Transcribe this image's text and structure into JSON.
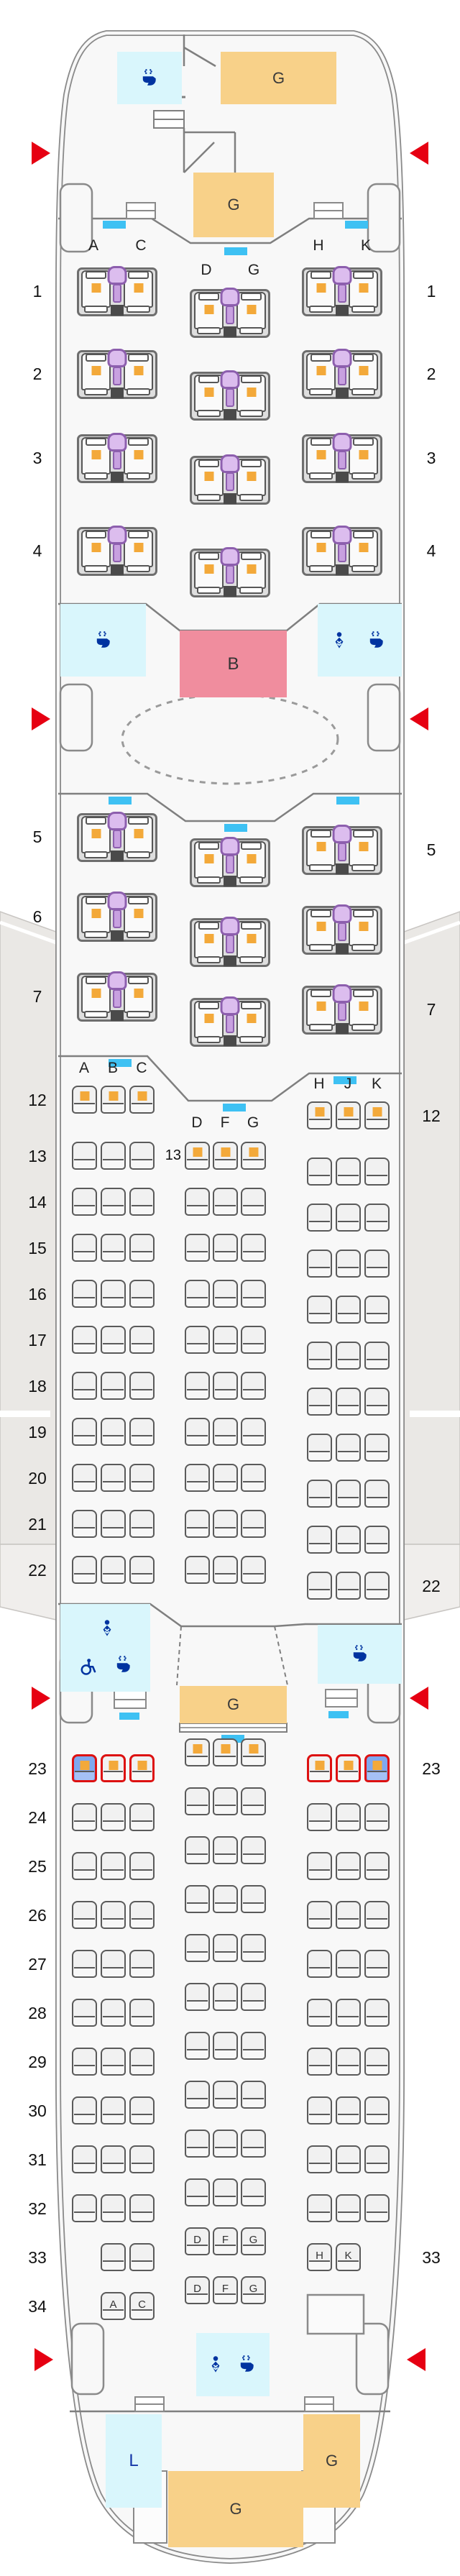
{
  "page": {
    "type": "aircraft-seat-map"
  },
  "colors": {
    "galley_bg": "#f8d189",
    "lavatory_bg": "#d9f6fc",
    "bar_bg": "#f08d9e",
    "icon_blue": "#0033a0",
    "monitor_cyan": "#3ec1f3",
    "exit_arrow_red": "#e60012",
    "seat_marker_orange": "#f3a93a",
    "exit_seat_border_red": "#dd1111",
    "bassinet_seat_blue": "#7fa8ef",
    "business_console_purple": "#8d5fae"
  },
  "business": {
    "blocks": {
      "left": [
        "A",
        "C"
      ],
      "center": [
        "D",
        "G"
      ],
      "right": [
        "H",
        "K"
      ]
    },
    "rows": [
      1,
      2,
      3,
      4,
      5,
      6,
      7
    ],
    "left_row_numbers": [
      1,
      2,
      3,
      4,
      5,
      6,
      7
    ],
    "right_row_numbers": [
      1,
      2,
      3,
      4,
      5,
      7
    ]
  },
  "economy_front": {
    "blocks": {
      "left": [
        "A",
        "B",
        "C"
      ],
      "center": [
        "D",
        "F",
        "G"
      ],
      "right": [
        "H",
        "J",
        "K"
      ]
    },
    "left_rows": [
      12,
      13,
      14,
      15,
      16,
      17,
      18,
      19,
      20,
      21,
      22
    ],
    "center_rows": [
      13,
      14,
      15,
      16,
      17,
      18,
      19,
      20,
      21,
      22
    ],
    "right_rows": [
      12,
      13,
      14,
      15,
      16,
      17,
      18,
      19,
      20,
      21,
      22
    ],
    "preferred_seats": [
      "12A",
      "12B",
      "12C",
      "12H",
      "12J",
      "12K",
      "13D",
      "13F",
      "13G"
    ],
    "center_row_inline_label": "13",
    "left_row_numbers": [
      12,
      13,
      14,
      15,
      16,
      17,
      18,
      19,
      20,
      21,
      22
    ],
    "right_row_numbers": [
      12,
      22
    ]
  },
  "economy_rear": {
    "blocks": {
      "left": [
        "A",
        "B",
        "C"
      ],
      "center": [
        "D",
        "F",
        "G"
      ],
      "right": [
        "H",
        "J",
        "K"
      ]
    },
    "left_full_rows": [
      23,
      24,
      25,
      26,
      27,
      28,
      29,
      30,
      31,
      32
    ],
    "left_special_rows": [
      {
        "row": 33,
        "cols": [
          1,
          2
        ]
      },
      {
        "row": 34,
        "cols": [
          1,
          2
        ],
        "letters": [
          "A",
          "C"
        ]
      }
    ],
    "center_rows": [
      23,
      24,
      25,
      26,
      27,
      28,
      29,
      30,
      31,
      32,
      33,
      34
    ],
    "right_full_rows": [
      23,
      24,
      25,
      26,
      27,
      28,
      29,
      30,
      31,
      32
    ],
    "right_special_rows": [
      {
        "row": 33,
        "cols": [
          0,
          1
        ],
        "letters": [
          "H",
          "K"
        ]
      }
    ],
    "preferred_seats": [
      "23A",
      "23B",
      "23C",
      "23D",
      "23F",
      "23G",
      "23H",
      "23J",
      "23K"
    ],
    "exit_row_seats": [
      "23A",
      "23B",
      "23C",
      "23H",
      "23J",
      "23K"
    ],
    "bassinet_seats": [
      "23A",
      "23K"
    ],
    "left_row_numbers": [
      23,
      24,
      25,
      26,
      27,
      28,
      29,
      30,
      31,
      32,
      33,
      34
    ],
    "right_row_numbers": [
      23,
      33
    ],
    "storage_box": true
  },
  "facilities": [
    {
      "type": "lavatory",
      "icons": [
        "toilet"
      ],
      "area": "nose-left"
    },
    {
      "type": "galley",
      "label": "G",
      "area": "nose-right"
    },
    {
      "type": "galley",
      "label": "G",
      "area": "forward-center"
    },
    {
      "type": "lavatory",
      "icons": [
        "toilet"
      ],
      "area": "after-row4-left"
    },
    {
      "type": "bar",
      "label": "B",
      "area": "after-row4-center"
    },
    {
      "type": "lavatory",
      "icons": [
        "baby",
        "toilet"
      ],
      "area": "after-row4-right"
    },
    {
      "type": "lavatory",
      "icons": [
        "baby",
        "wheelchair",
        "toilet"
      ],
      "area": "after-row22-left"
    },
    {
      "type": "galley",
      "label": "G",
      "area": "after-row22-center"
    },
    {
      "type": "lavatory",
      "icons": [
        "toilet"
      ],
      "area": "after-row22-right"
    },
    {
      "type": "lavatory",
      "icons": [
        "baby",
        "toilet"
      ],
      "area": "rear-center"
    },
    {
      "type": "lavatory",
      "label": "L",
      "area": "tail-left"
    },
    {
      "type": "galley",
      "label": "G",
      "area": "tail-right"
    },
    {
      "type": "galley",
      "label": "G",
      "area": "tail-center"
    }
  ]
}
